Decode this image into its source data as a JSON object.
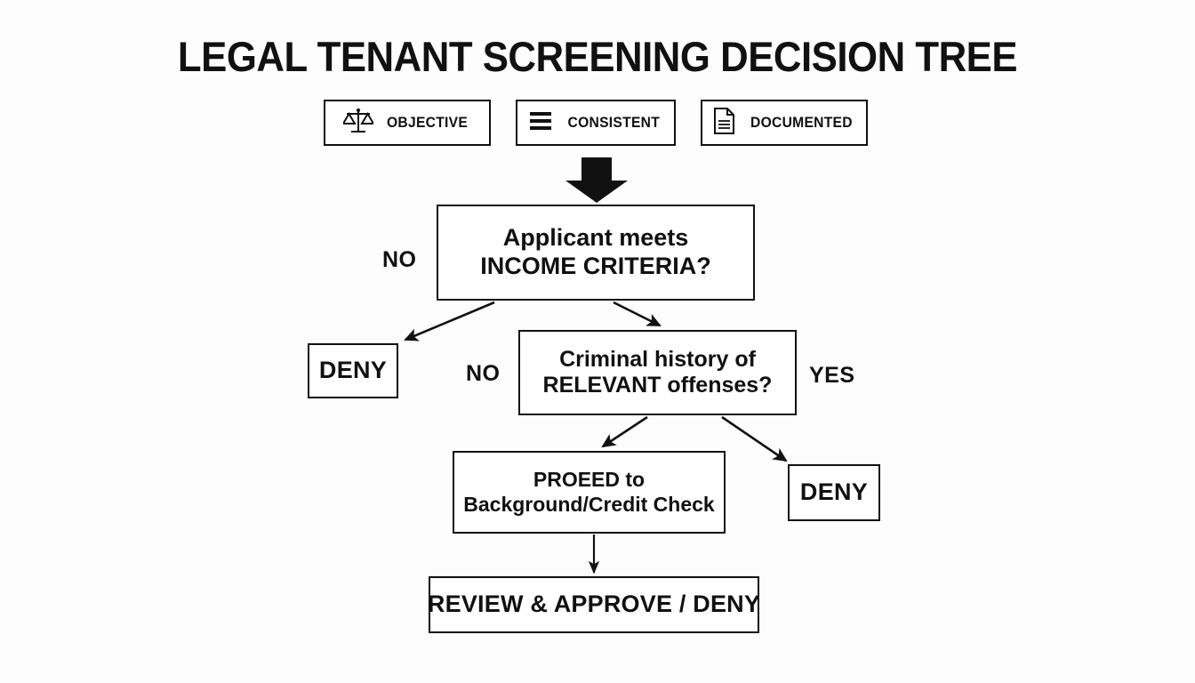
{
  "title": "LEGAL TENANT SCREENING DECISION TREE",
  "principles": [
    {
      "icon": "scales-of-justice-icon",
      "label": "OBJECTIVE"
    },
    {
      "icon": "list-lines-icon",
      "label": "CONSISTENT"
    },
    {
      "icon": "document-page-icon",
      "label": "DOCUMENTED"
    }
  ],
  "nodes": {
    "income": {
      "line1": "Applicant meets",
      "line2": "INCOME CRITERIA?"
    },
    "criminal": {
      "line1": "Criminal history of",
      "line2": "RELEVANT offenses?"
    },
    "proceed": {
      "line1": "PROEED to",
      "line2": "Background/Credit Check"
    },
    "review": {
      "line1": "REVIEW & APPROVE / DENY"
    },
    "deny_income": {
      "label": "DENY"
    },
    "deny_criminal": {
      "label": "DENY"
    }
  },
  "edge_labels": {
    "income_no": "NO",
    "criminal_no": "NO",
    "criminal_yes": "YES"
  },
  "colors": {
    "background": "#fdfdfd",
    "stroke": "#111111",
    "box_fill": "#ffffff",
    "text": "#111111"
  }
}
